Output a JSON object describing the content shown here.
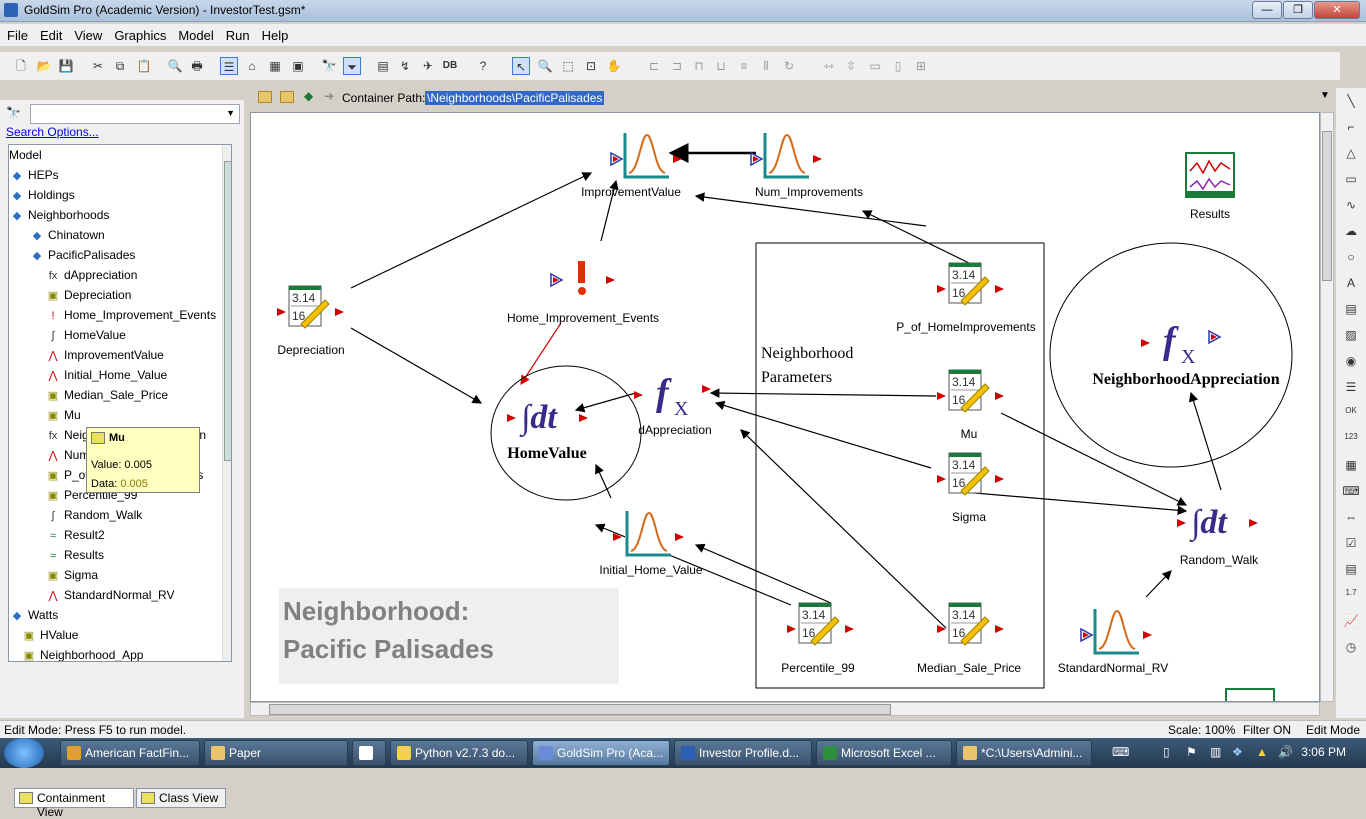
{
  "window": {
    "title": "GoldSim Pro (Academic Version) - InvestorTest.gsm*",
    "controls": {
      "minimize": "—",
      "maximize": "❐",
      "close": "✕"
    }
  },
  "menu": [
    "File",
    "Edit",
    "View",
    "Graphics",
    "Model",
    "Run",
    "Help"
  ],
  "pathbar": {
    "label": "Container Path:",
    "value": "\\Neighborhoods\\PacificPalisades"
  },
  "left": {
    "search_options": "Search Options...",
    "tree_root": "Model",
    "tree": [
      {
        "label": "HEPs",
        "icon": "container-icon"
      },
      {
        "label": "Holdings",
        "icon": "container-icon"
      },
      {
        "label": "Neighborhoods",
        "icon": "container-icon"
      },
      {
        "label": "Chinatown",
        "icon": "container-icon"
      },
      {
        "label": "PacificPalisades",
        "icon": "container-icon"
      },
      {
        "label": "dAppreciation",
        "icon": "expression-icon"
      },
      {
        "label": "Depreciation",
        "icon": "data-icon"
      },
      {
        "label": "Home_Improvement_Events",
        "icon": "event-icon"
      },
      {
        "label": "HomeValue",
        "icon": "integrator-icon"
      },
      {
        "label": "ImprovementValue",
        "icon": "stochastic-icon"
      },
      {
        "label": "Initial_Home_Value",
        "icon": "stochastic-icon"
      },
      {
        "label": "Median_Sale_Price",
        "icon": "data-icon"
      },
      {
        "label": "Mu",
        "icon": "data-icon"
      },
      {
        "label": "NeighborhoodAppreciation",
        "icon": "expression-icon"
      },
      {
        "label": "Num_Improvements",
        "icon": "stochastic-icon"
      },
      {
        "label": "P_of_HomeImprovements",
        "icon": "data-icon"
      },
      {
        "label": "Percentile_99",
        "icon": "data-icon"
      },
      {
        "label": "Random_Walk",
        "icon": "integrator-icon"
      },
      {
        "label": "Result2",
        "icon": "result-icon"
      },
      {
        "label": "Results",
        "icon": "result-icon"
      },
      {
        "label": "Sigma",
        "icon": "data-icon"
      },
      {
        "label": "StandardNormal_RV",
        "icon": "stochastic-icon"
      },
      {
        "label": "Watts",
        "icon": "container-icon"
      },
      {
        "label": "HValue",
        "icon": "data-icon"
      },
      {
        "label": "Neighborhood_App",
        "icon": "data-icon"
      }
    ],
    "tabs": {
      "containment": "Containment View",
      "class": "Class View"
    }
  },
  "tooltip": {
    "title": "Mu",
    "value": "Value: 0.005",
    "data_label": "Data:",
    "data_value": "0.005"
  },
  "canvas": {
    "nodes": {
      "ImprovementValue": "ImprovementValue",
      "Num_Improvements": "Num_Improvements",
      "Results": "Results",
      "Home_Improvement_Events": "Home_Improvement_Events",
      "Depreciation": "Depreciation",
      "P_of_HomeImprovements": "P_of_HomeImprovements",
      "HomeValue": "HomeValue",
      "dAppreciation": "dAppreciation",
      "Mu": "Mu",
      "Sigma": "Sigma",
      "NeighborhoodAppreciation": "NeighborhoodAppreciation",
      "Random_Walk": "Random_Walk",
      "Initial_Home_Value": "Initial_Home_Value",
      "Percentile_99": "Percentile_99",
      "Median_Sale_Price": "Median_Sale_Price",
      "StandardNormal_RV": "StandardNormal_RV"
    },
    "data_value_top": "3.14",
    "data_value_bottom": "16",
    "box_label_1": "Neighborhood",
    "box_label_2": "Parameters",
    "note_line1": "Neighborhood:",
    "note_line2": "Pacific Palisades"
  },
  "status": {
    "left": "Edit Mode: Press F5 to run model.",
    "scale": "Scale: 100%",
    "filter": "Filter ON",
    "mode": "Edit Mode"
  },
  "taskbar": {
    "items": [
      {
        "label": "American FactFin...",
        "color": "#e0a030"
      },
      {
        "label": "Paper",
        "color": "#e8c46a"
      },
      {
        "label": "",
        "color": "#ffffff"
      },
      {
        "label": "Python v2.7.3 do...",
        "color": "#f5d24a"
      },
      {
        "label": "GoldSim Pro (Aca...",
        "color": "#6a8cd8"
      },
      {
        "label": "Investor Profile.d...",
        "color": "#2b5fb4"
      },
      {
        "label": "Microsoft Excel ...",
        "color": "#2f8f3c"
      },
      {
        "label": "*C:\\Users\\Admini...",
        "color": "#e8c46a"
      }
    ],
    "time": "3:06 PM"
  },
  "colors": {
    "accent": "#3168c6",
    "arrow_red": "#d40000",
    "dist_orange": "#d46a1a",
    "result_green": "#1a7a3a"
  }
}
